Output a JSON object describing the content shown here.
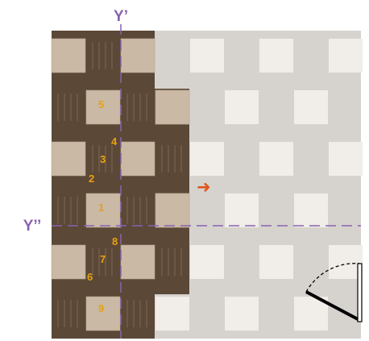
{
  "axis_labels": {
    "vertical": "Y’",
    "horizontal": "Y’’"
  },
  "tile_numbers": [
    "1",
    "2",
    "3",
    "4",
    "5",
    "6",
    "7",
    "8",
    "9"
  ],
  "arrow_glyph": "➜",
  "colors": {
    "light_floor": "#d6d3cf",
    "light_tile": "#f1ede8",
    "dark_wood": "#5b4837",
    "dark_tile": "#c9b9a5",
    "number": "#e8a10f",
    "axis": "#8a63ae",
    "arrow": "#e0561b",
    "door": "#000000"
  }
}
